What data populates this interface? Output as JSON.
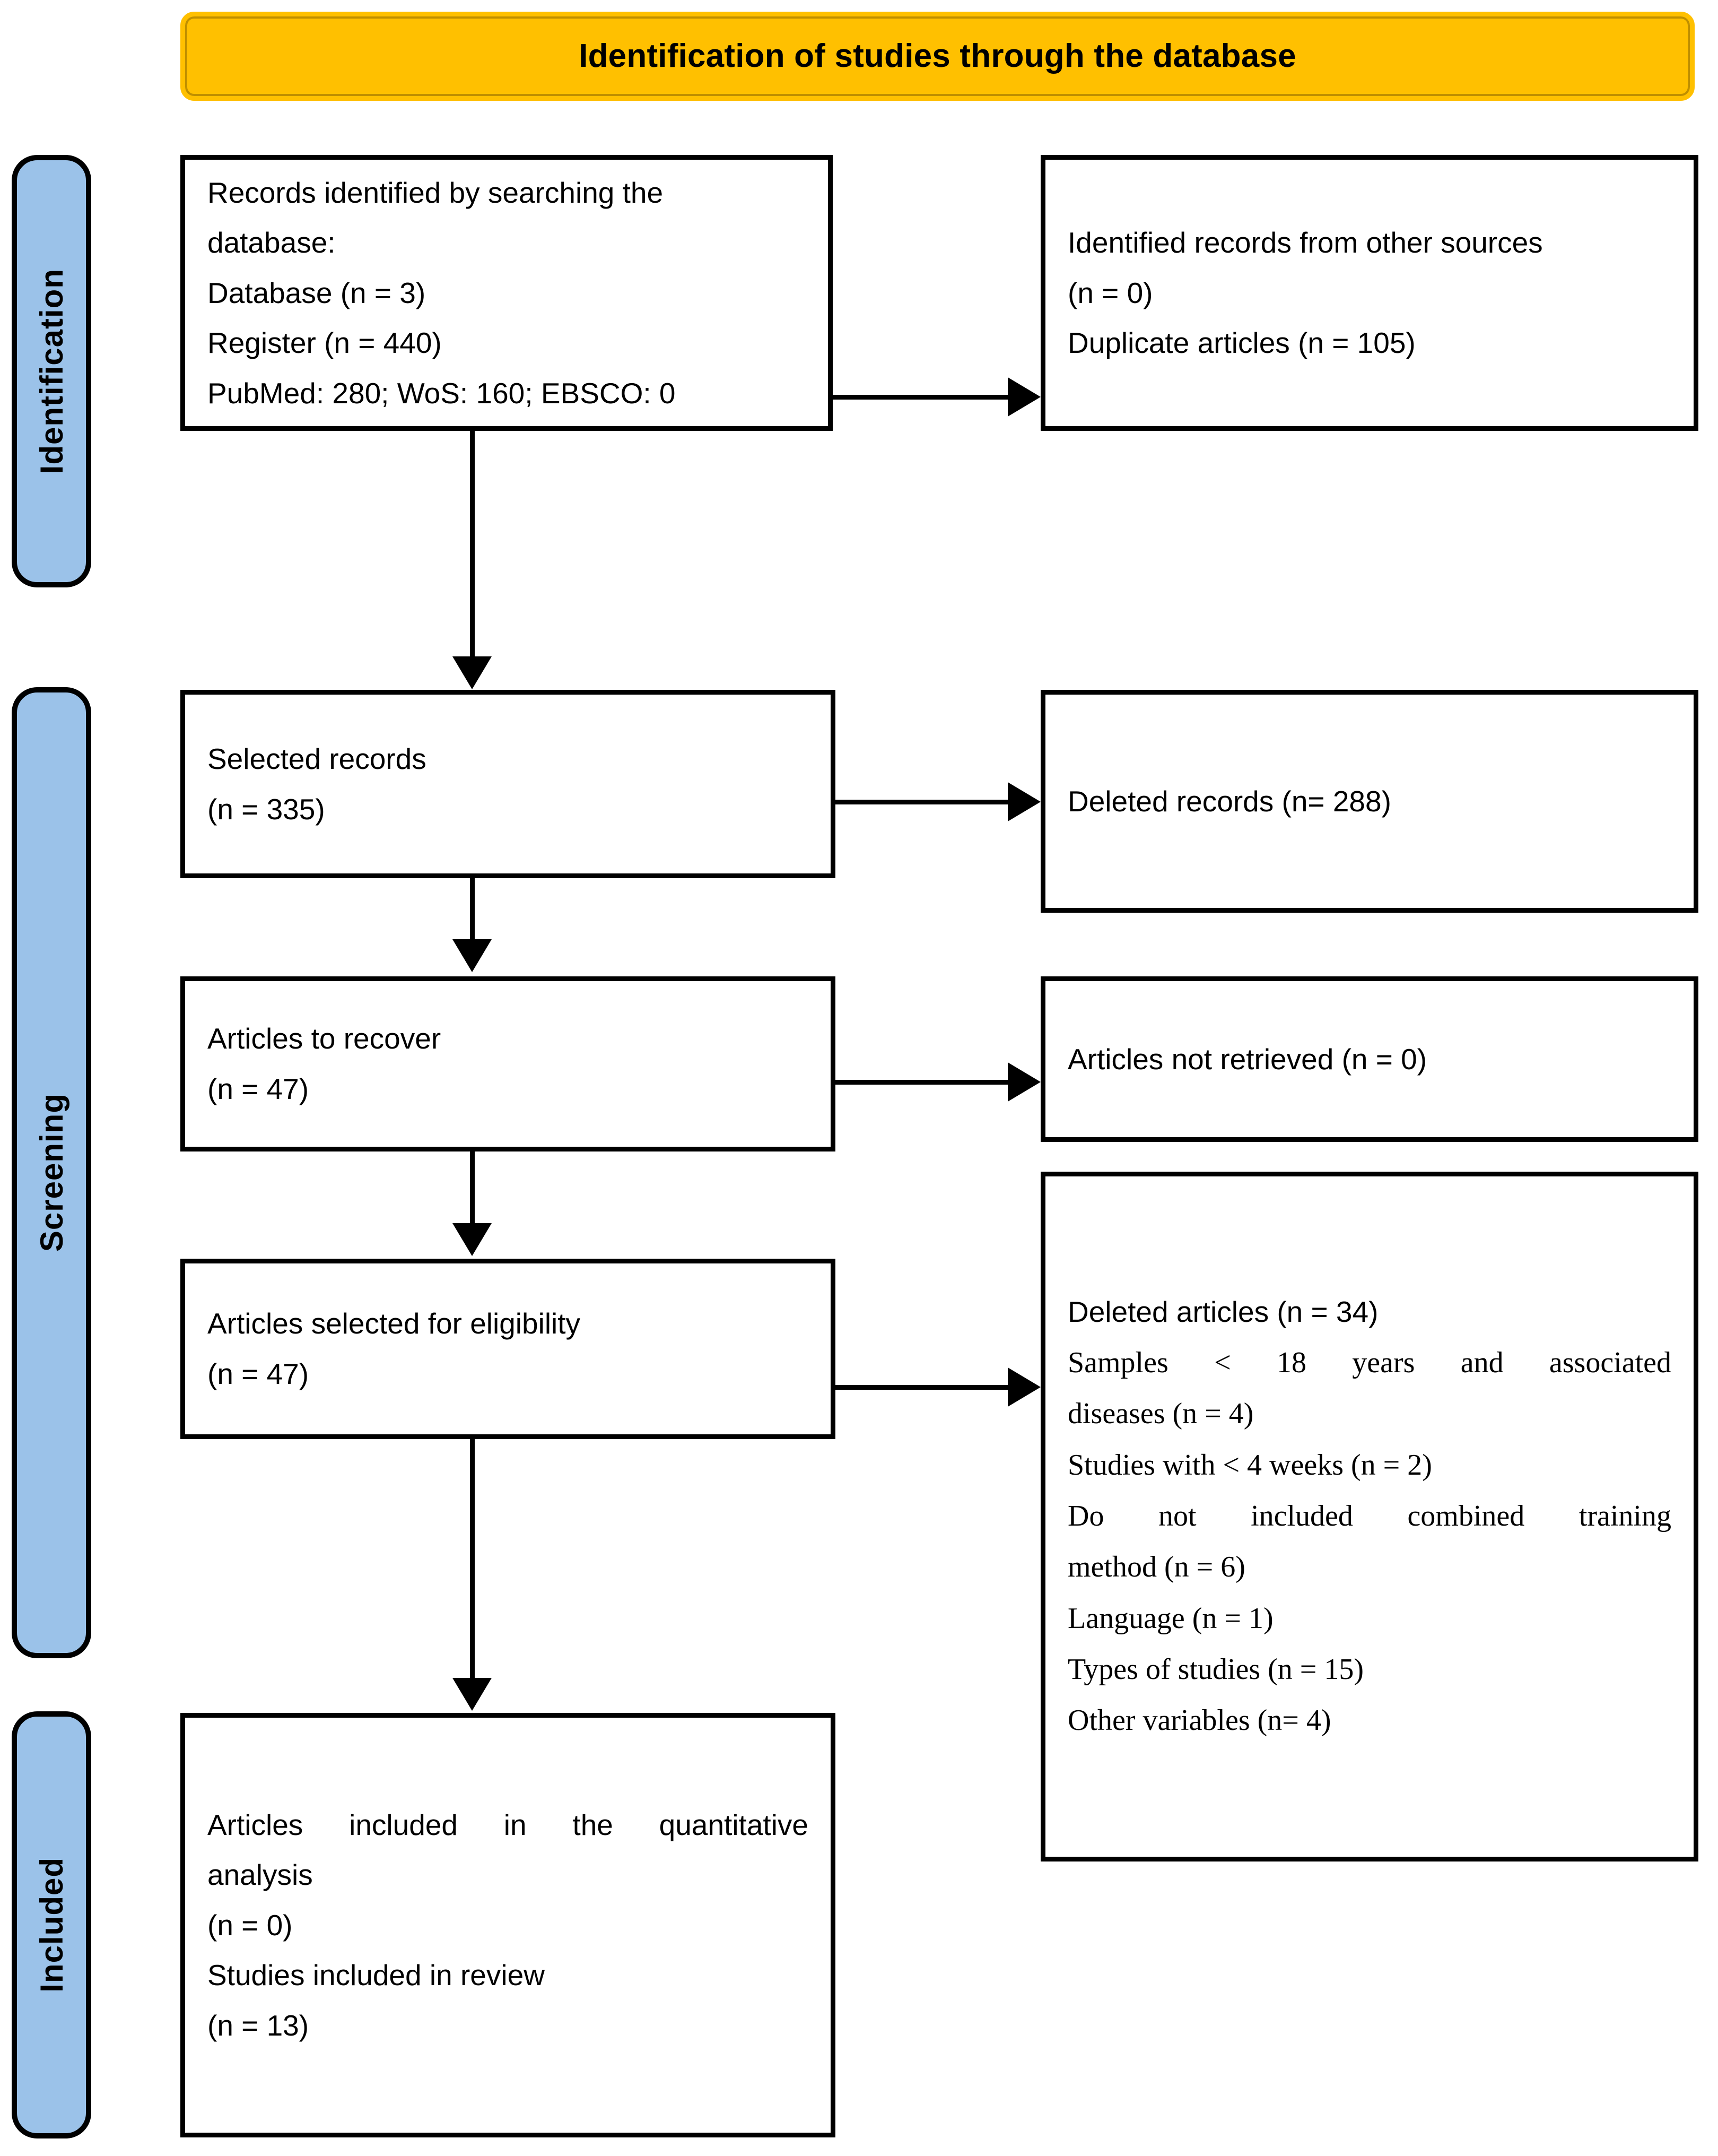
{
  "header": {
    "title": "Identification of studies through the database",
    "bg_color": "#FFC000"
  },
  "rails": {
    "bg_color": "#9BC2E9",
    "items": [
      {
        "id": "identification",
        "label": "Identification"
      },
      {
        "id": "screening",
        "label": "Screening"
      },
      {
        "id": "included",
        "label": "Included"
      }
    ]
  },
  "boxes": {
    "identified": {
      "lines": [
        "Records identified by searching the",
        "database:",
        "Database (n = 3)",
        "Register (n = 440)",
        "PubMed: 280; WoS: 160; EBSCO: 0"
      ]
    },
    "other_sources": {
      "lines": [
        "Identified records from other sources",
        "(n = 0)",
        "Duplicate articles (n = 105)"
      ]
    },
    "selected": {
      "lines": [
        "Selected records",
        "(n = 335)"
      ]
    },
    "deleted_records": {
      "lines": [
        "Deleted records (n= 288)"
      ]
    },
    "recover": {
      "lines": [
        "Articles to recover",
        "(n = 47)"
      ]
    },
    "not_retrieved": {
      "lines": [
        "Articles not retrieved (n = 0)"
      ]
    },
    "eligibility": {
      "lines": [
        "Articles selected for eligibility",
        "(n = 47)"
      ]
    },
    "deleted_articles": {
      "heading": "Deleted articles (n = 34)",
      "lines": [
        "Samples < 18 years and associated",
        "diseases (n = 4)",
        "Studies with < 4 weeks (n = 2)",
        "Do not included combined training",
        "method (n = 6)",
        "Language (n = 1)",
        "Types of studies (n = 15)",
        "Other variables (n= 4)"
      ]
    },
    "included": {
      "lines": [
        "Articles included in the quantitative",
        "analysis",
        "(n = 0)",
        "Studies included in review",
        "(n = 13)"
      ]
    }
  }
}
